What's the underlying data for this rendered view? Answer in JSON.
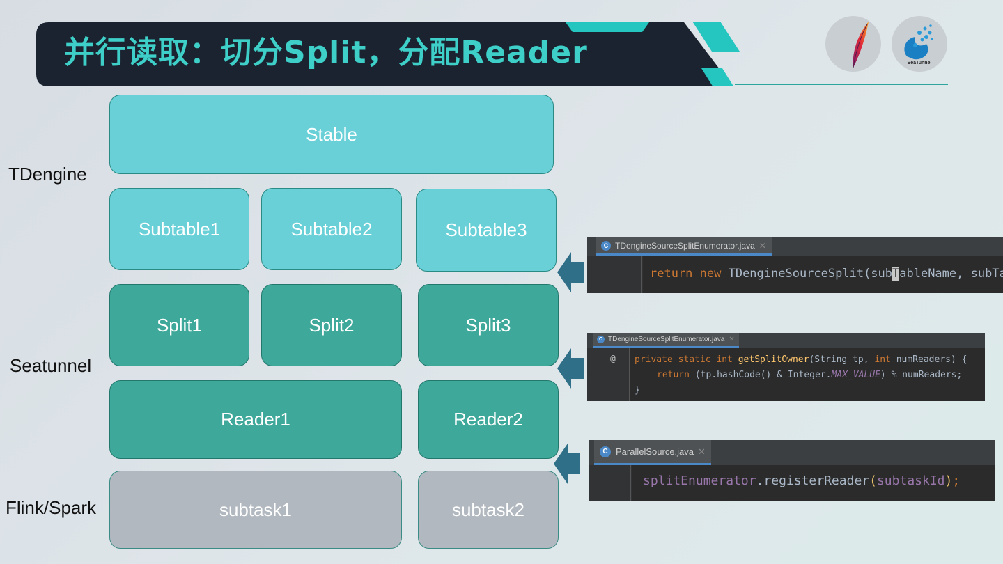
{
  "title": "并行读取：切分Split，分配Reader",
  "logos": {
    "left": "apache-feather-logo",
    "right": "seatunnel-logo",
    "right_text": "SeaTunnel"
  },
  "side_labels": {
    "tdengine": "TDengine",
    "seatunnel": "Seatunnel",
    "engine": "Flink/Spark"
  },
  "boxes": {
    "stable": "Stable",
    "subtable1": "Subtable1",
    "subtable2": "Subtable2",
    "subtable3": "Subtable3",
    "split1": "Split1",
    "split2": "Split2",
    "split3": "Split3",
    "reader1": "Reader1",
    "reader2": "Reader2",
    "subtask1": "subtask1",
    "subtask2": "subtask2"
  },
  "code_panels": [
    {
      "tab": "TDengineSourceSplitEnumerator.java",
      "icon": "C",
      "line1": {
        "kw": "return new ",
        "plain": "TDengineSourceSplit(sub",
        "cursor": "T",
        "rest": "ableName, subTa"
      }
    },
    {
      "tab": "TDengineSourceSplitEnumerator.java",
      "icon": "C",
      "gutter_mark": "@",
      "line1": {
        "kw": "private static int ",
        "fn": "getSplitOwner",
        "rest1": "(String tp, ",
        "kw2": "int ",
        "rest2": "numReaders) {"
      },
      "line2": {
        "kw": "return ",
        "rest1": "(tp.hashCode() & Integer.",
        "it": "MAX_VALUE",
        "rest2": ") % numReaders;"
      },
      "line3": "}"
    },
    {
      "tab": "ParallelSource.java",
      "icon": "C",
      "line1": {
        "pu": "splitEnumerator",
        "plain": ".registerReader",
        "p1": "(",
        "pu2": "subtaskId",
        "p2": ")",
        "semi": ";"
      }
    }
  ],
  "colors": {
    "teal_light": "#69d0d8",
    "teal_dark": "#3ea89a",
    "gray": "#b1b8bf",
    "title": "#3ecfc8",
    "banner": "#1c2431",
    "arrow": "#2f6f87"
  }
}
